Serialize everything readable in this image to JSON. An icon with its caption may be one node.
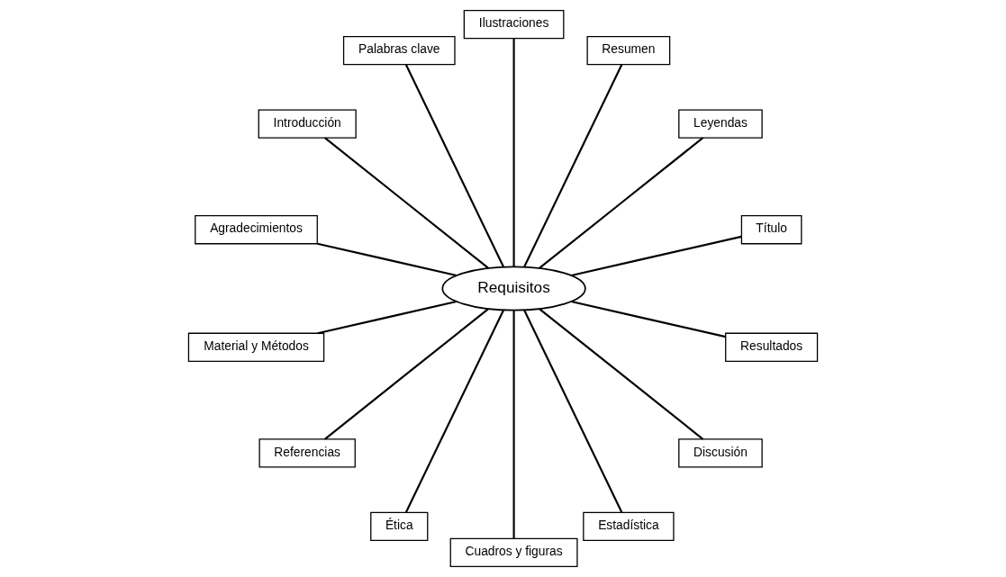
{
  "diagram": {
    "nodes": [
      {
        "text": [
          "Requisitos"
        ]
      },
      {
        "text": [
          "Título"
        ]
      },
      {
        "text": [
          "Leyendas"
        ]
      },
      {
        "text": [
          "Resumen"
        ]
      },
      {
        "text": [
          "Ilustraciones"
        ]
      },
      {
        "text": [
          "Palabras clave"
        ]
      },
      {
        "text": [
          "Introducción"
        ]
      },
      {
        "text": [
          "Agradecimientos"
        ]
      },
      {
        "text": [
          "Material y Métodos"
        ]
      },
      {
        "text": [
          "Referencias"
        ]
      },
      {
        "text": [
          "Ética"
        ]
      },
      {
        "text": [
          "Cuadros y figuras"
        ]
      },
      {
        "text": [
          "Estadística"
        ]
      },
      {
        "text": [
          "Discusión"
        ]
      },
      {
        "text": [
          "Resultados"
        ]
      }
    ],
    "edges": [
      {
        "from": 0,
        "to": 1,
        "arrow": "none"
      },
      {
        "from": 0,
        "to": 3,
        "arrow": "none"
      },
      {
        "from": 0,
        "to": 5,
        "arrow": "none"
      },
      {
        "from": 0,
        "to": 6,
        "arrow": "none"
      },
      {
        "from": 0,
        "to": 8,
        "arrow": "none"
      },
      {
        "from": 0,
        "to": 10,
        "arrow": "none"
      },
      {
        "from": 0,
        "to": 12,
        "arrow": "none"
      },
      {
        "from": 0,
        "to": 14,
        "arrow": "none"
      },
      {
        "from": 0,
        "to": 13,
        "arrow": "none"
      },
      {
        "from": 0,
        "to": 11,
        "arrow": "none"
      },
      {
        "from": 0,
        "to": 9,
        "arrow": "none"
      },
      {
        "from": 0,
        "to": 7,
        "arrow": "none"
      },
      {
        "from": 0,
        "to": 4,
        "arrow": "none"
      },
      {
        "from": 0,
        "to": 2,
        "arrow": "none"
      }
    ]
  }
}
